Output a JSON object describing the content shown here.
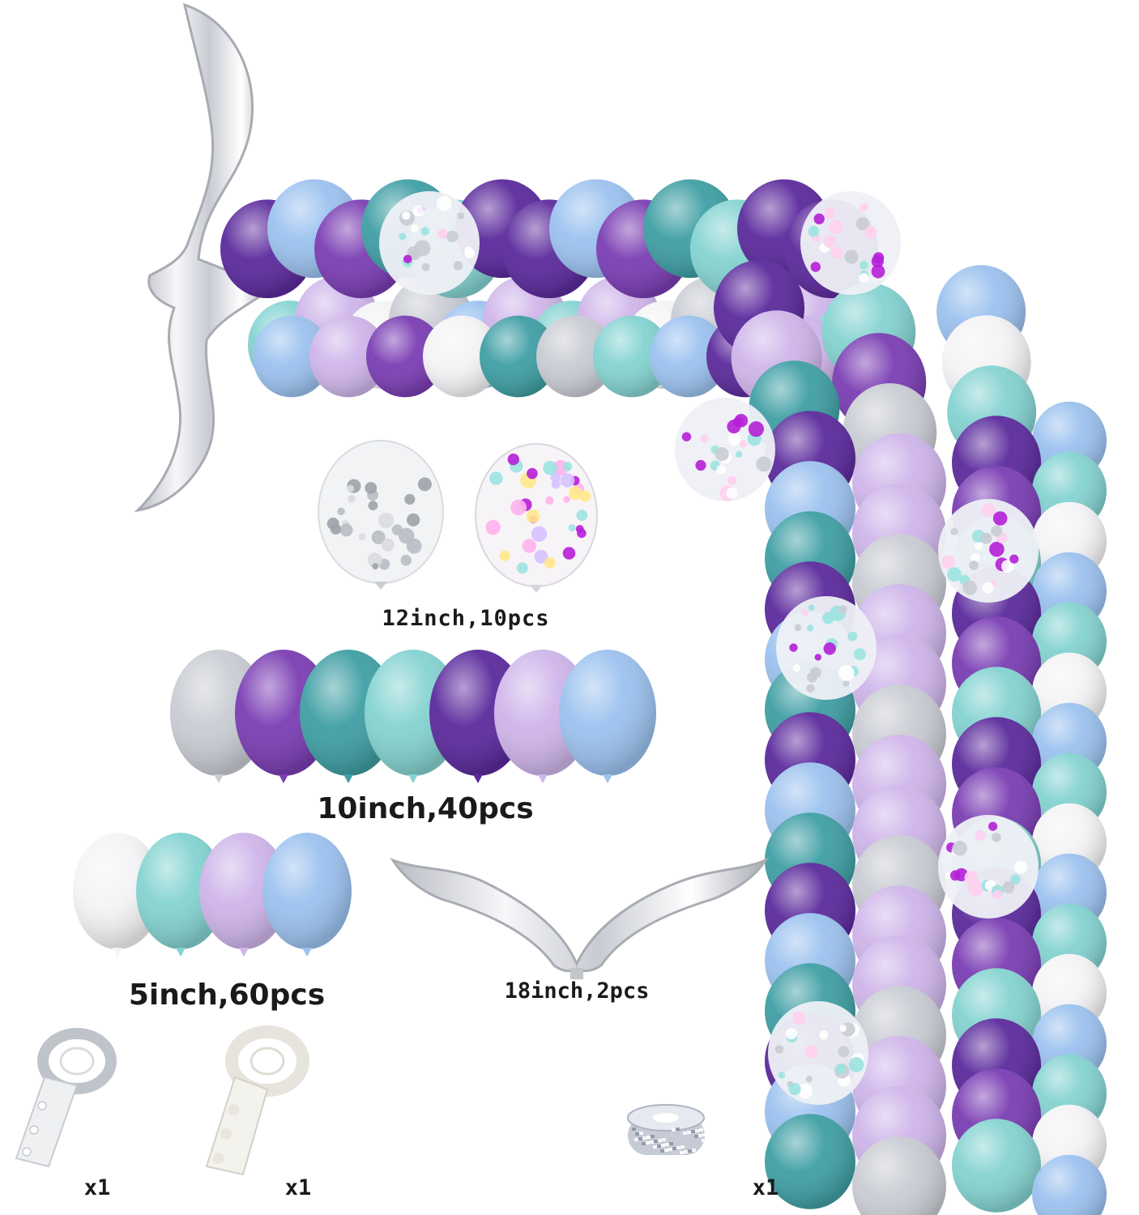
{
  "labels": {
    "confetti": "12inch,10pcs",
    "latex10": "10inch,40pcs",
    "latex5": "5inch,60pcs",
    "foil_tail": "18inch,2pcs",
    "strip_qty": "x1",
    "dots_qty": "x1",
    "ribbon_qty": "x1"
  },
  "colors": {
    "silver": "#c9ccd3",
    "metallic_purple": "#7a3db3",
    "metallic_teal": "#3f9fa4",
    "teal": "#84d3d1",
    "purple": "#5b2a9c",
    "lavender": "#cfb5ea",
    "light_blue": "#9cc2ef",
    "white": "#f4f4f6",
    "magenta": "#b51fd6"
  }
}
